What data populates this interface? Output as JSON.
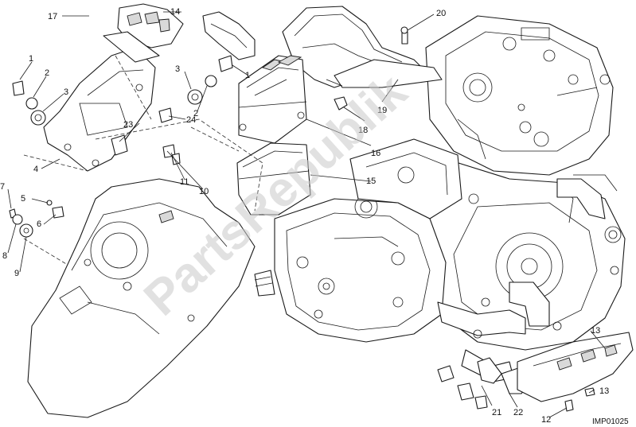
{
  "diagram": {
    "reference_code": "IMP01025",
    "watermark": "PartsRepublik",
    "colors": {
      "line": "#1a1a1a",
      "watermark": "#c8c8c8",
      "background": "#ffffff"
    },
    "callouts": [
      "1",
      "1",
      "2",
      "2",
      "3",
      "3",
      "4",
      "5",
      "6",
      "7",
      "8",
      "9",
      "10",
      "11",
      "12",
      "13",
      "14",
      "15",
      "16",
      "17",
      "18",
      "19",
      "20",
      "21",
      "22",
      "23",
      "24"
    ]
  }
}
